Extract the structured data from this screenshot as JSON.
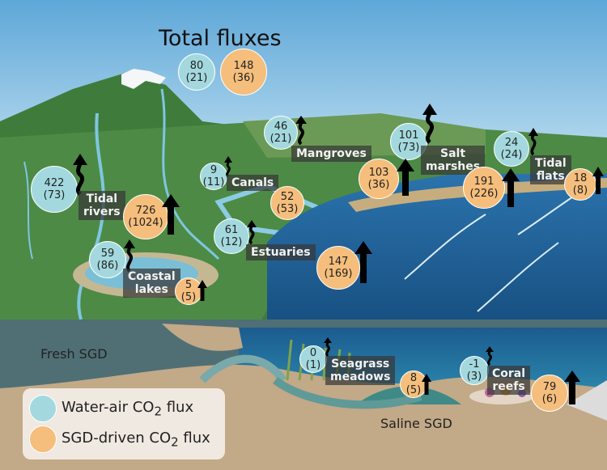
{
  "title": "Total fluxes",
  "colors": {
    "water_air": "#a3d9de",
    "sgd_driven": "#f5be7c",
    "sky": "#7cb9df",
    "land": "#4d8a45",
    "ocean": "#1f5d8f"
  },
  "total": {
    "water": "80",
    "water_sub": "(21)",
    "sgd": "148",
    "sgd_sub": "(36)"
  },
  "labels": {
    "tidal_rivers": "Tidal rivers",
    "canals": "Canals",
    "mangroves": "Mangroves",
    "salt_marshes": "Salt marshes",
    "tidal_flats": "Tidal flats",
    "estuaries": "Estuaries",
    "coastal_lakes": "Coastal lakes",
    "seagrass_meadows": "Seagrass meadows",
    "coral_reefs": "Coral reefs",
    "fresh_sgd": "Fresh SGD",
    "saline_sgd": "Saline SGD"
  },
  "fluxes": {
    "tidal_rivers_water": {
      "v": "422",
      "s": "(73)"
    },
    "tidal_rivers_sgd": {
      "v": "726",
      "s": "(1024)"
    },
    "canals_water": {
      "v": "9",
      "s": "(11)"
    },
    "canals_sgd": {
      "v": "52",
      "s": "(53)"
    },
    "mangroves_water": {
      "v": "46",
      "s": "(21)"
    },
    "salt_marshes_water": {
      "v": "101",
      "s": "(73)"
    },
    "salt_marshes_sgd": {
      "v": "103",
      "s": "(36)"
    },
    "tidal_flats_water": {
      "v": "24",
      "s": "(24)"
    },
    "tidal_flats_sgd": {
      "v": "191",
      "s": "(226)"
    },
    "right_sgd": {
      "v": "18",
      "s": "(8)"
    },
    "estuaries_water": {
      "v": "61",
      "s": "(12)"
    },
    "estuaries_sgd": {
      "v": "147",
      "s": "(169)"
    },
    "coastal_lakes_water": {
      "v": "59",
      "s": "(86)"
    },
    "coastal_lakes_sgd": {
      "v": "5",
      "s": "(5)"
    },
    "seagrass_water": {
      "v": "0",
      "s": "(1)"
    },
    "seagrass_sgd": {
      "v": "8",
      "s": "(5)"
    },
    "coral_water": {
      "v": "-1",
      "s": "(3)"
    },
    "coral_sgd": {
      "v": "79",
      "s": "(6)"
    }
  },
  "legend": {
    "water_air": "Water-air CO",
    "sgd_driven": "SGD-driven CO",
    "sub": "2",
    "suffix": " flux"
  }
}
